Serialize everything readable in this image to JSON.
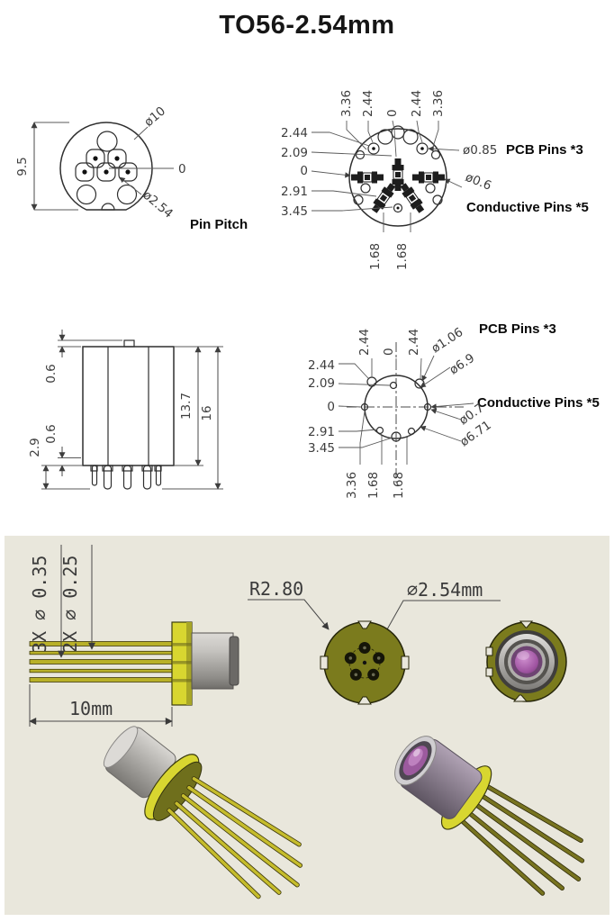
{
  "title": "TO56-2.54mm",
  "front_view": {
    "height": "9.5",
    "diameter": "ø10",
    "zero": "0",
    "pitch": "ø2.54",
    "pitch_label": "Pin Pitch"
  },
  "pins_top_view": {
    "top_ticks": [
      "3.36",
      "2.44",
      "0",
      "2.44",
      "3.36"
    ],
    "left_ticks": [
      "2.44",
      "2.09",
      "0",
      "2.91",
      "3.45"
    ],
    "bottom_ticks": [
      "1.68",
      "1.68"
    ],
    "pcb_diameter": "ø0.85",
    "pcb_label": "PCB Pins *3",
    "cond_diameter": "ø0.6",
    "cond_label": "Conductive Pins *5"
  },
  "side_view": {
    "cap_step": "0.6",
    "base_step": "0.6",
    "pin_length": "2.9",
    "body_height": "13.7",
    "total_height": "16"
  },
  "pins_bottom_view": {
    "top_ticks": [
      "2.44",
      "0",
      "2.44"
    ],
    "left_ticks": [
      "2.44",
      "2.09",
      "0",
      "2.91",
      "3.45"
    ],
    "bottom_ticks": [
      "3.36",
      "1.68",
      "1.68"
    ],
    "pcb_diameter": "ø1.06",
    "pcb_label": "PCB Pins *3",
    "outer_circle": "ø6.9",
    "cond_label": "Conductive Pins *5",
    "cond_diameter": "ø0.7",
    "inner_circle": "ø6.71"
  },
  "render_panel": {
    "thick_pins": "3X ⌀ 0.35",
    "thin_pins": "2X ⌀ 0.25",
    "pin_length": "10mm",
    "flange_radius": "R2.80",
    "pin_pitch": "⌀2.54mm"
  }
}
